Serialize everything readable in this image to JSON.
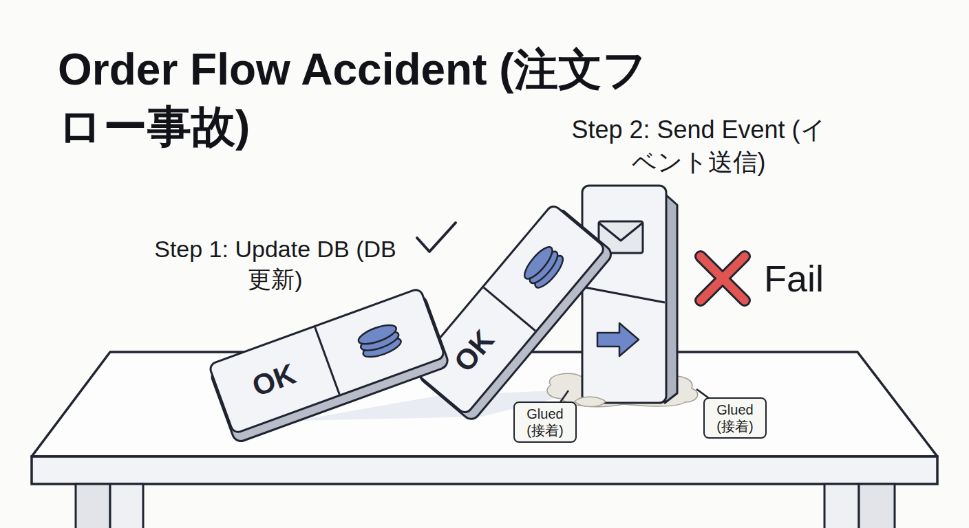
{
  "diagram": {
    "title": "Order Flow Accident (注文フロー事故)",
    "nodes": [
      {
        "text": [
          "OK"
        ]
      },
      {
        "text": [
          "OK"
        ]
      },
      {
        "text": [
          "Glued (接着)"
        ]
      },
      {
        "text": [
          "Glued (接着)"
        ]
      }
    ],
    "labels": [
      "Step 2: Send Event (イベント送信)",
      "Step 1: Update DB (DB更新)",
      "Fail"
    ]
  }
}
